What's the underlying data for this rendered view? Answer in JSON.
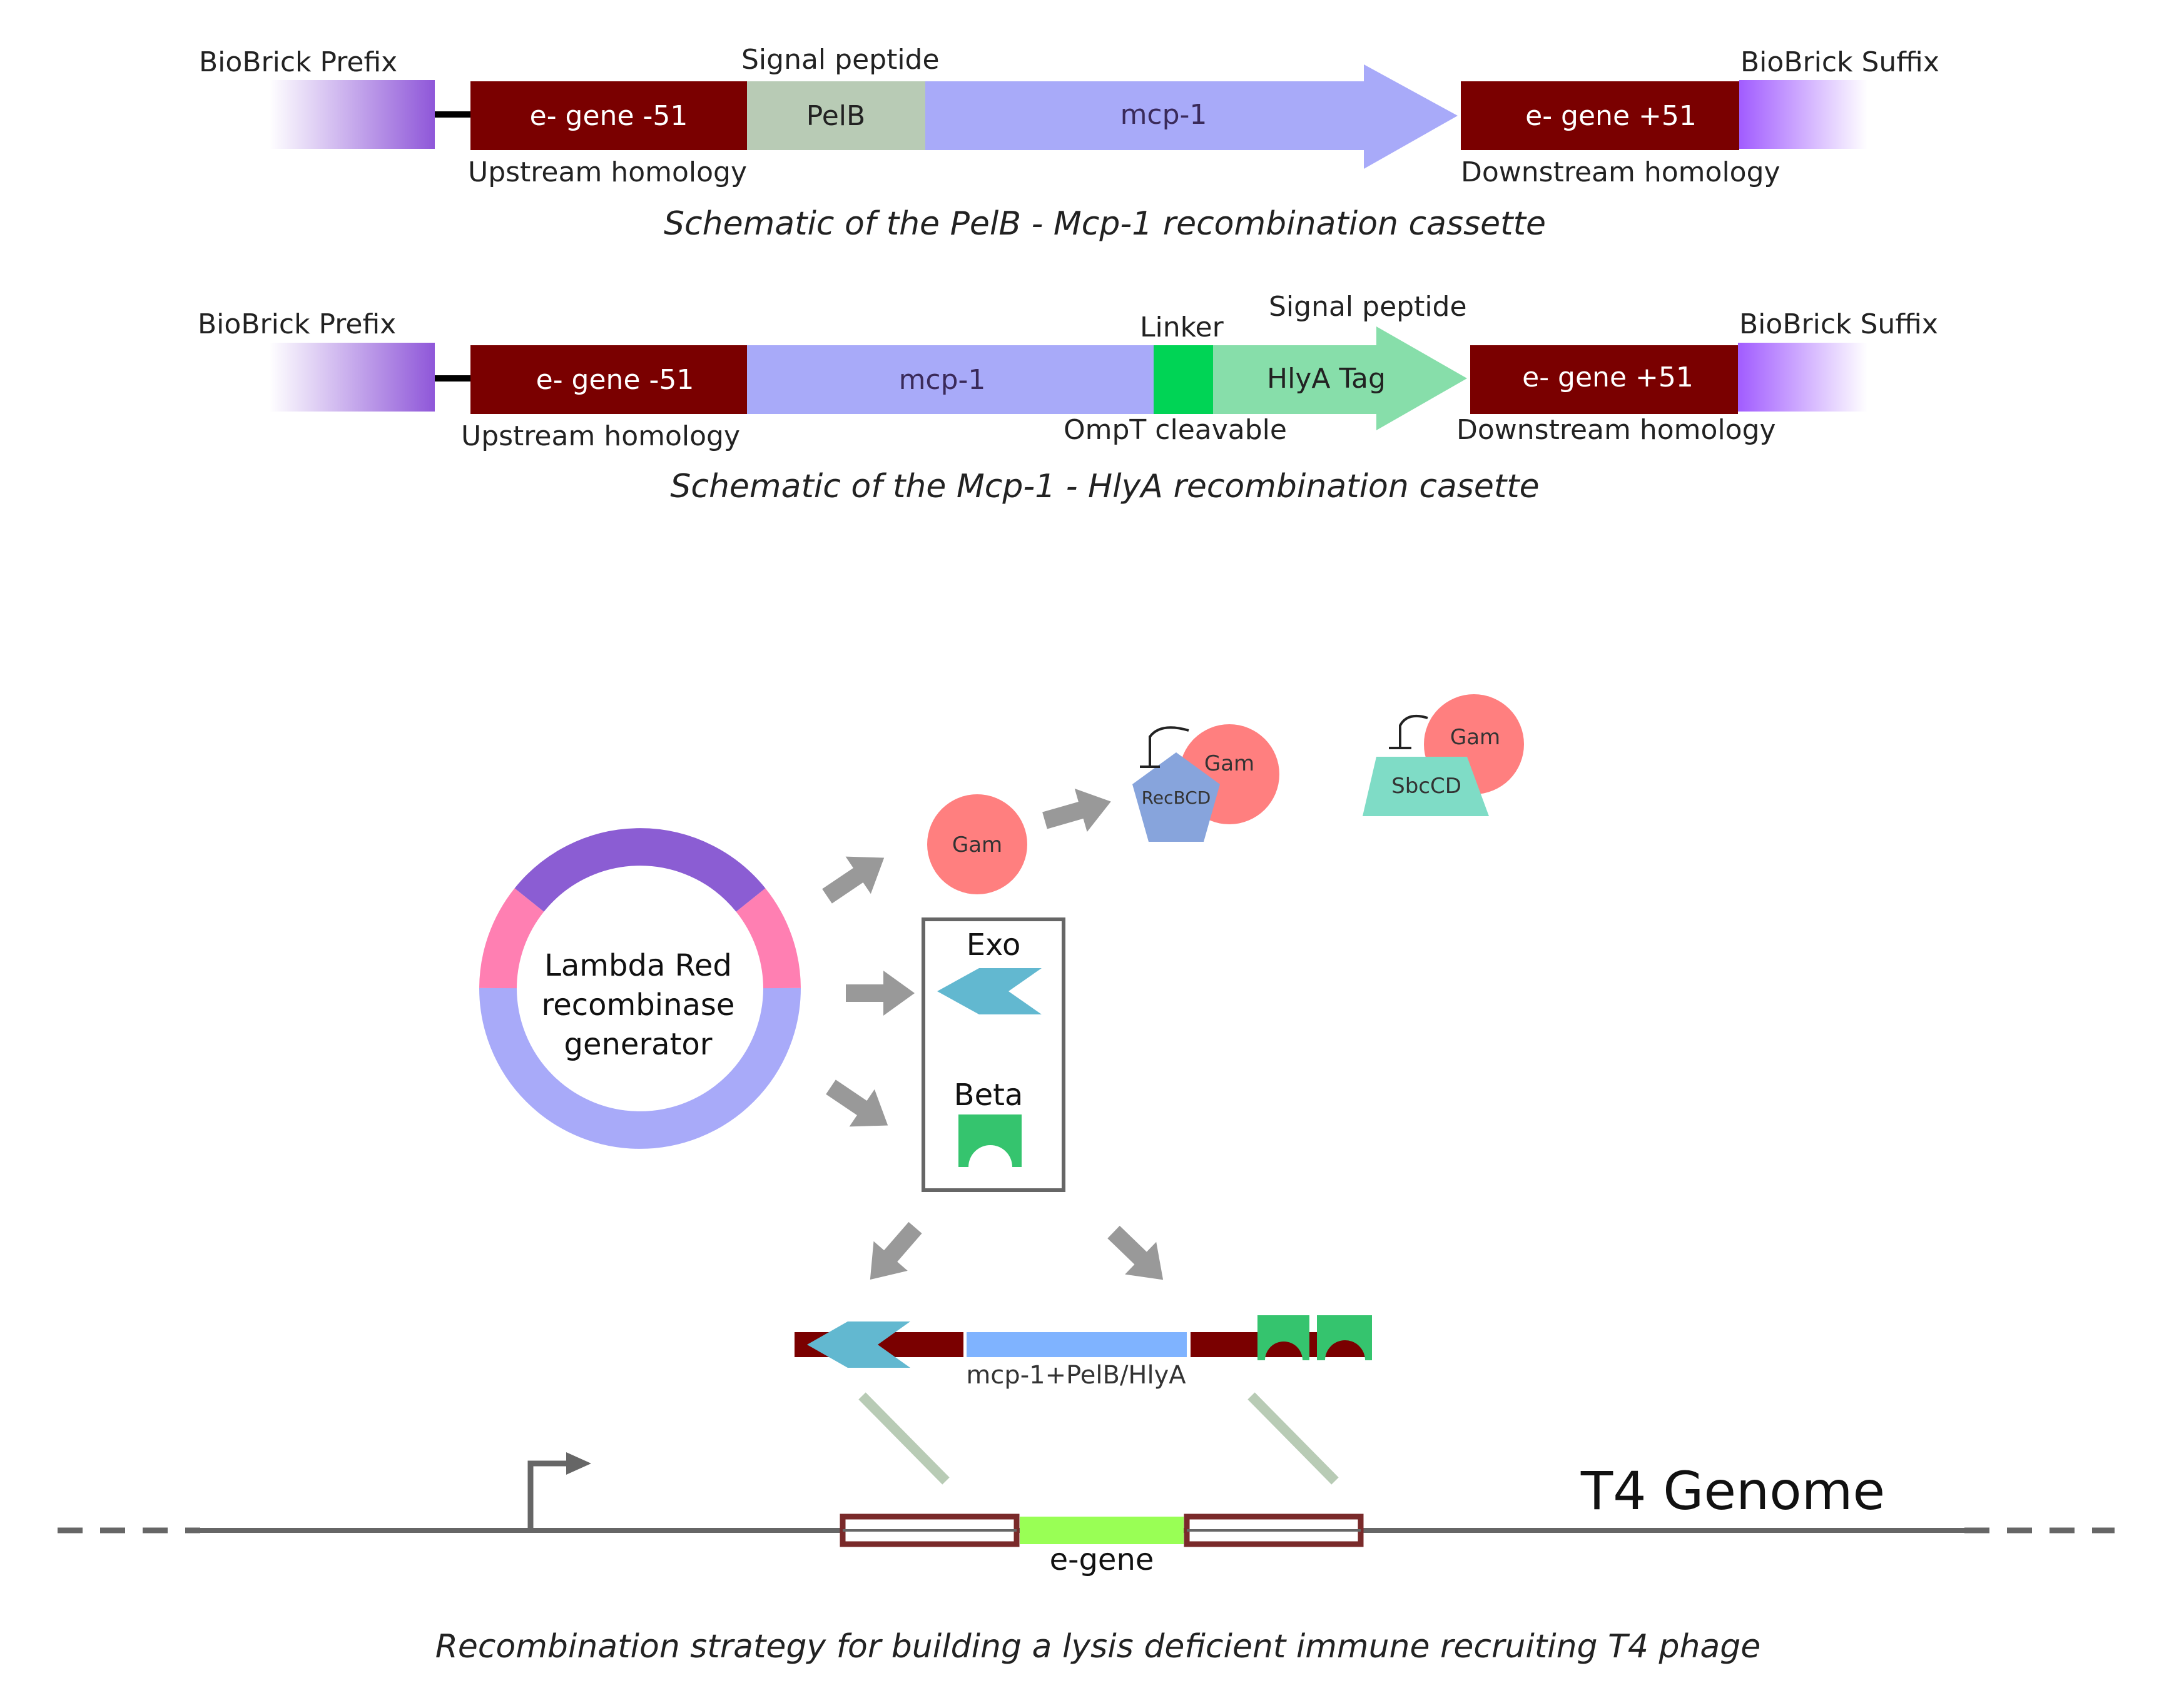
{
  "cassette1": {
    "prefix_label": "BioBrick Prefix",
    "suffix_label": "BioBrick Suffix",
    "upstream_block": "e- gene -51",
    "signal_block": "PelB",
    "mcp_block": "mcp-1",
    "downstream_block": "e- gene +51",
    "signal_peptide_label": "Signal peptide",
    "upstream_label": "Upstream homology",
    "downstream_label": "Downstream homology",
    "caption": "Schematic of the PelB - Mcp-1 recombination cassette"
  },
  "cassette2": {
    "prefix_label": "BioBrick Prefix",
    "suffix_label": "BioBrick Suffix",
    "upstream_block": "e- gene -51",
    "mcp_block": "mcp-1",
    "tag_block": "HlyA Tag",
    "downstream_block": "e- gene +51",
    "linker_label": "Linker",
    "signal_peptide_label": "Signal peptide",
    "ompt_label": "OmpT cleavable",
    "upstream_label": "Upstream homology",
    "downstream_label": "Downstream homology",
    "caption": "Schematic of the Mcp-1 - HlyA recombination casette"
  },
  "mechanism": {
    "plasmid_label_line1": "Lambda Red",
    "plasmid_label_line2": "recombinase",
    "plasmid_label_line3": "generator",
    "gam_label": "Gam",
    "recbcd_label": "RecBCD",
    "sbccd_label": "SbcCD",
    "exo_label": "Exo",
    "beta_label": "Beta",
    "insert_label": "mcp-1+PelB/HlyA",
    "genome_label": "T4 Genome",
    "egene_label": "e-gene",
    "caption": "Recombination strategy for building a lysis deficient immune recruiting T4 phage"
  },
  "colors": {
    "homology": "#7a0000",
    "mcp": "#a8aaf9",
    "pelb": "#b8cbb5",
    "linker": "#00d455",
    "hlya": "#87deaa",
    "biobrick": "#8f57d9",
    "gam": "#ff7f7f",
    "recbcd": "#87a4dc",
    "sbccd": "#7fdcc6",
    "exo": "#62b8d0",
    "beta": "#35c46e",
    "plasmid_top": "#8b5dd3",
    "plasmid_side": "#ff7fb2",
    "plasmid_bottom": "#a8aaf9",
    "egene": "#99ff55",
    "arrow_grey": "#999999"
  }
}
